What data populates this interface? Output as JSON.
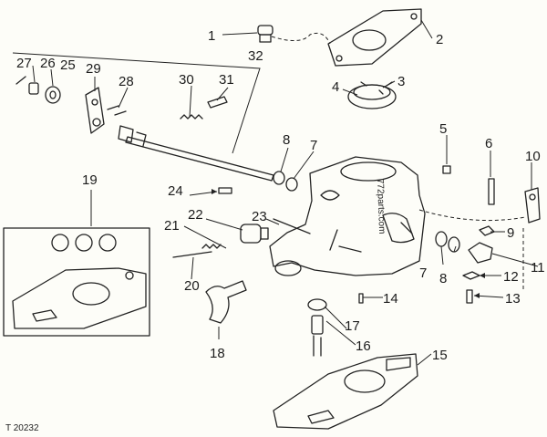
{
  "callouts": {
    "c1": "1",
    "c2": "2",
    "c3": "3",
    "c4": "4",
    "c5": "5",
    "c6": "6",
    "c7a": "7",
    "c7b": "7",
    "c8a": "8",
    "c8b": "8",
    "c9": "9",
    "c10": "10",
    "c11": "11",
    "c12": "12",
    "c13": "13",
    "c14": "14",
    "c15": "15",
    "c16": "16",
    "c17": "17",
    "c18": "18",
    "c19": "19",
    "c20": "20",
    "c21": "21",
    "c22": "22",
    "c23": "23",
    "c24": "24",
    "c25": "25",
    "c26": "26",
    "c27": "27",
    "c28": "28",
    "c29": "29",
    "c30": "30",
    "c31": "31",
    "c32": "32"
  },
  "figure_id": "T 20232",
  "watermark": "772parts.com"
}
